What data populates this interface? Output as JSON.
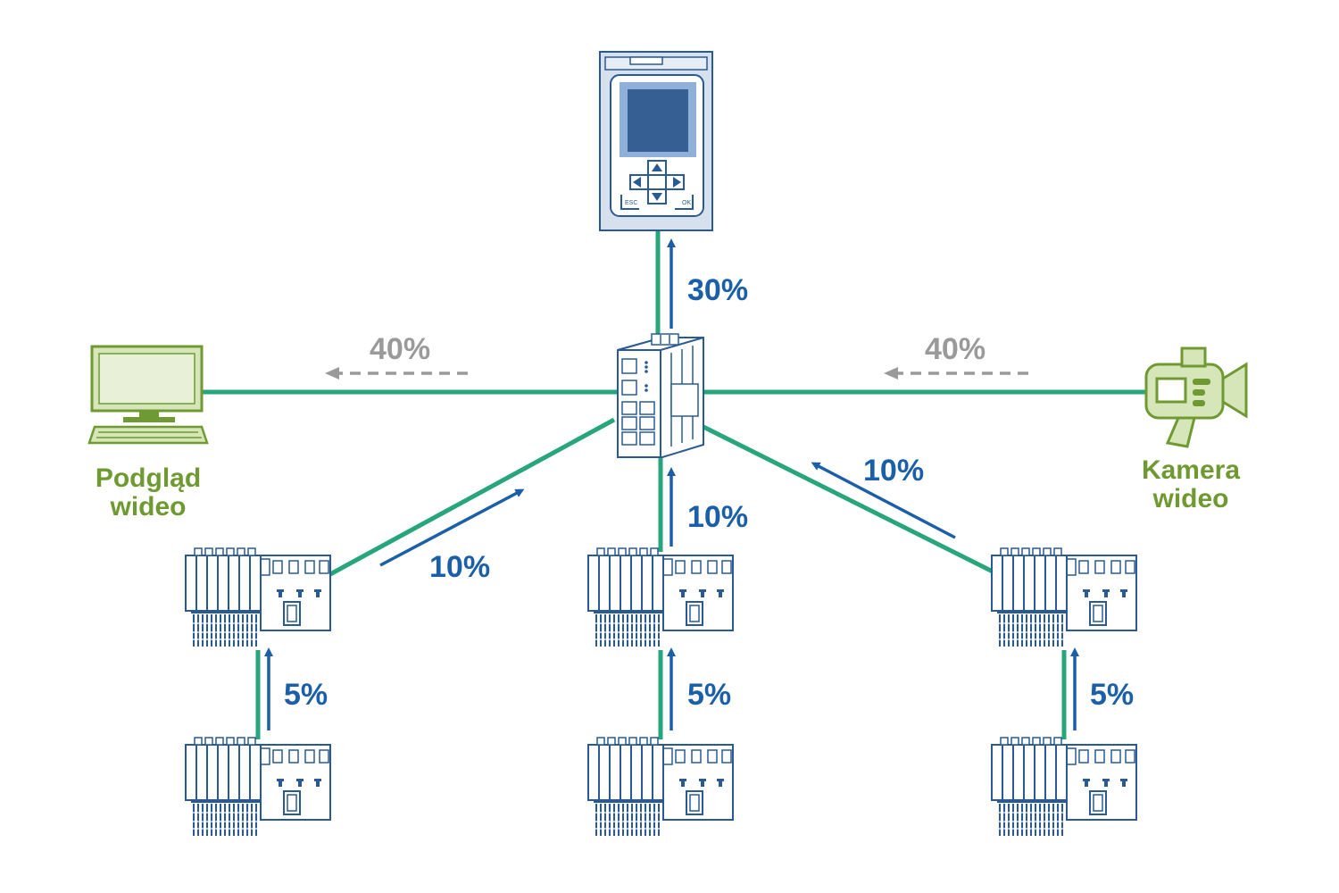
{
  "colors": {
    "link": "#26a67a",
    "flow_up": "#1a5fa8",
    "flow_video": "#9a9a9a",
    "device_stroke": "#2a5a95",
    "device_fill": "#ffffff",
    "panel_body": "#d7e1ee",
    "panel_screen": "#365f94",
    "green_device": "#6f9a32",
    "green_device_fill": "#d6e6b8"
  },
  "icons": {
    "hmi": "hmi-panel-icon",
    "switch": "ethernet-switch-icon",
    "pc": "computer-icon",
    "camera": "video-camera-icon",
    "io": "io-module-icon"
  },
  "hmi_keys": {
    "esc": "ESC",
    "ok": "OK"
  },
  "labels": {
    "podglad_line1": "Podgląd",
    "podglad_line2": "wideo",
    "kamera_line1": "Kamera",
    "kamera_line2": "wideo"
  },
  "flows": {
    "hmi": "30%",
    "video_left": "40%",
    "video_right": "40%",
    "left_branch": "10%",
    "mid_branch": "10%",
    "right_branch": "10%",
    "left_chain": "5%",
    "mid_chain": "5%",
    "right_chain": "5%"
  }
}
